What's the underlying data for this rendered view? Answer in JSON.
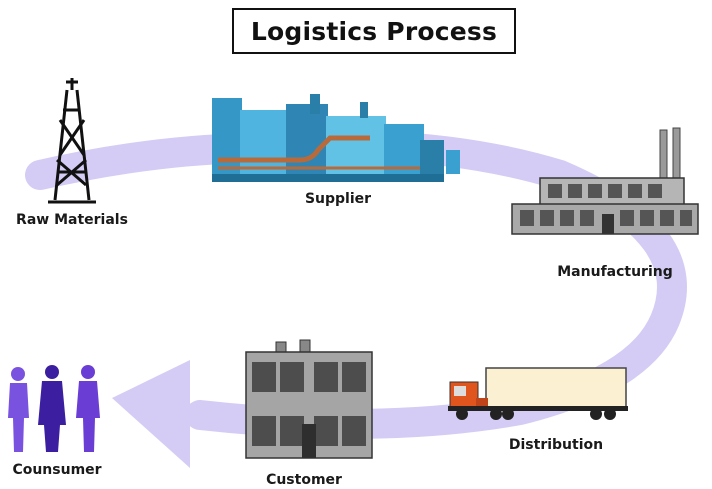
{
  "title": "Logistics Process",
  "stages": {
    "raw_materials": "Raw Materials",
    "supplier": "Supplier",
    "manufacturing": "Manufacturing",
    "distribution": "Distribution",
    "customer": "Customer",
    "consumer": "Counsumer"
  },
  "colors": {
    "flow_arrow": "#cfc6f2",
    "supplier_plant": "#3aa0d0",
    "building": "#8a8a8a",
    "truck_cab": "#e0541e",
    "truck_trailer": "#fbf0d2",
    "people": "#5a2dbf"
  }
}
